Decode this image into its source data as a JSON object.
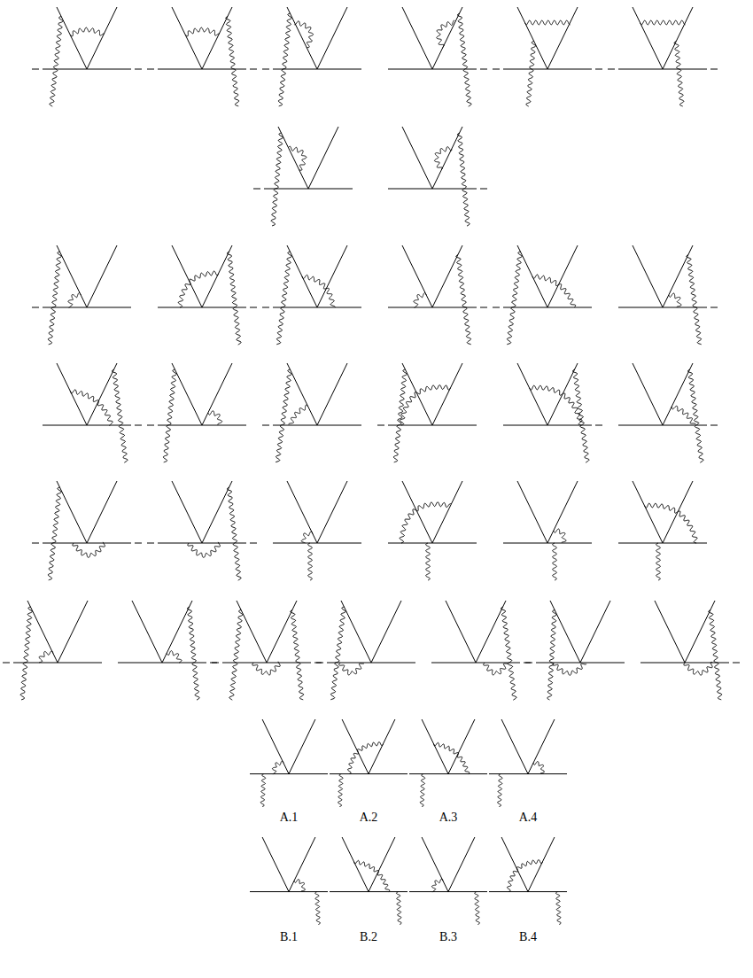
{
  "diagram": {
    "labels": [
      "A.1",
      "A.2",
      "A.3",
      "A.4",
      "B.1",
      "B.2",
      "B.3",
      "B.4"
    ]
  }
}
